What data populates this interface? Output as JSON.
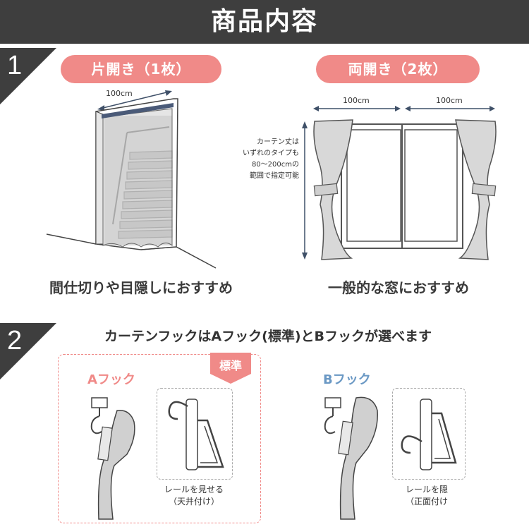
{
  "header": {
    "title": "商品内容"
  },
  "section1": {
    "number": "1",
    "left": {
      "pill": "片開き（1枚）",
      "width_label": "100cm",
      "caption": "間仕切りや目隠しにおすすめ"
    },
    "right": {
      "pill": "両開き（2枚）",
      "width_label_left": "100cm",
      "width_label_right": "100cm",
      "note_lines": [
        "カーテン丈は",
        "いずれのタイプも",
        "80〜200cmの",
        "範囲で指定可能"
      ],
      "caption": "一般的な窓におすすめ"
    }
  },
  "section2": {
    "number": "2",
    "title": "カーテンフックはAフック(標準)とBフックが選べます",
    "hook_a": {
      "label": "Aフック",
      "badge": "標準",
      "caption_lines": [
        "レールを見せる",
        "（天井付け）"
      ],
      "color": "#f08a88"
    },
    "hook_b": {
      "label": "Bフック",
      "caption_lines": [
        "レールを隠",
        "（正面付け"
      ],
      "color": "#6a98c4"
    }
  },
  "colors": {
    "header": "#3e3e3e",
    "accent": "#f08a88",
    "blue": "#6a98c4",
    "arrow": "#3f5068"
  }
}
